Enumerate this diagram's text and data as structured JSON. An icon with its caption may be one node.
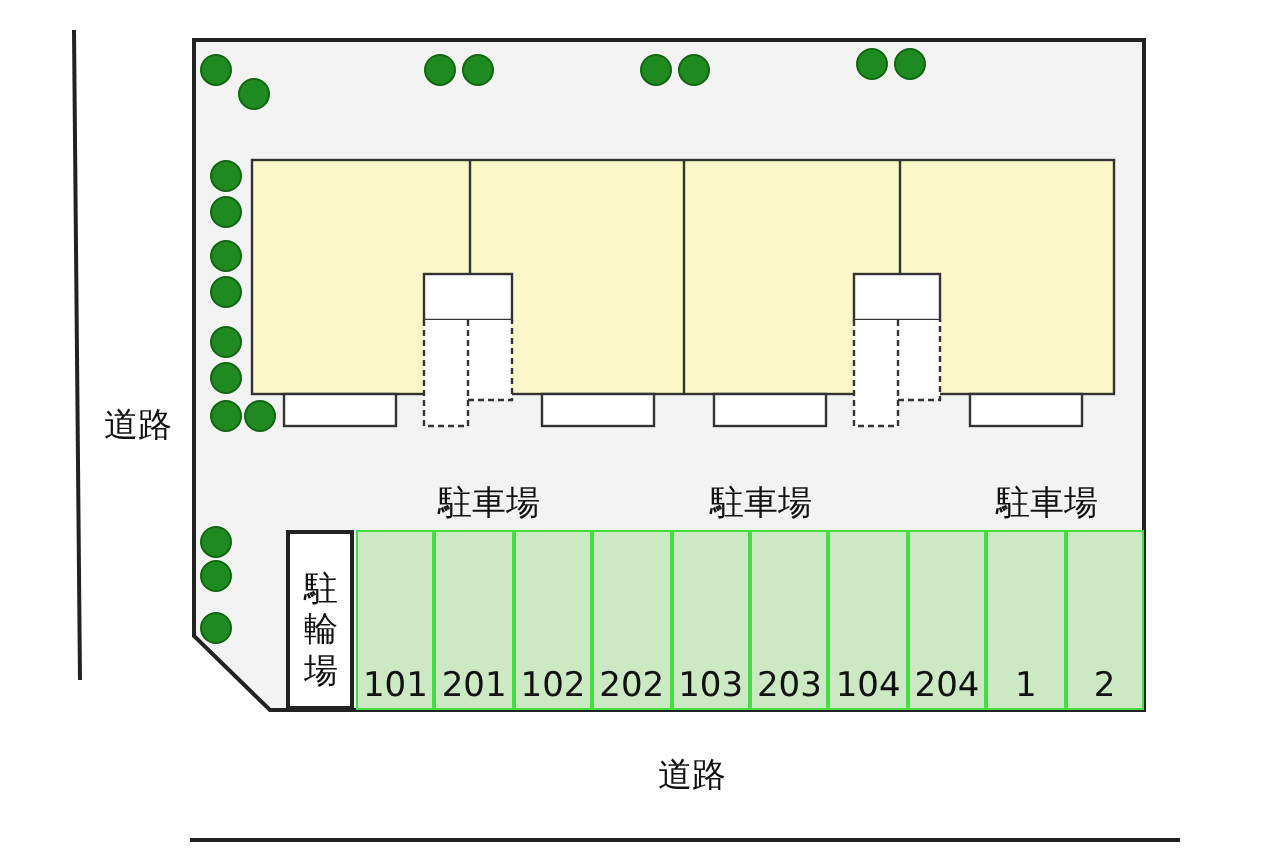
{
  "diagram": {
    "nodes": [
      {
        "text": [
          "駐輪場"
        ]
      },
      {
        "text": [
          "101"
        ]
      },
      {
        "text": [
          "201"
        ]
      },
      {
        "text": [
          "102"
        ]
      },
      {
        "text": [
          "202"
        ]
      },
      {
        "text": [
          "103"
        ]
      },
      {
        "text": [
          "203"
        ]
      },
      {
        "text": [
          "104"
        ]
      },
      {
        "text": [
          "204"
        ]
      },
      {
        "text": [
          "1"
        ]
      },
      {
        "text": [
          "2"
        ]
      }
    ],
    "labels": [
      "道路",
      "駐車場",
      "駐車場",
      "駐車場",
      "道路"
    ]
  }
}
